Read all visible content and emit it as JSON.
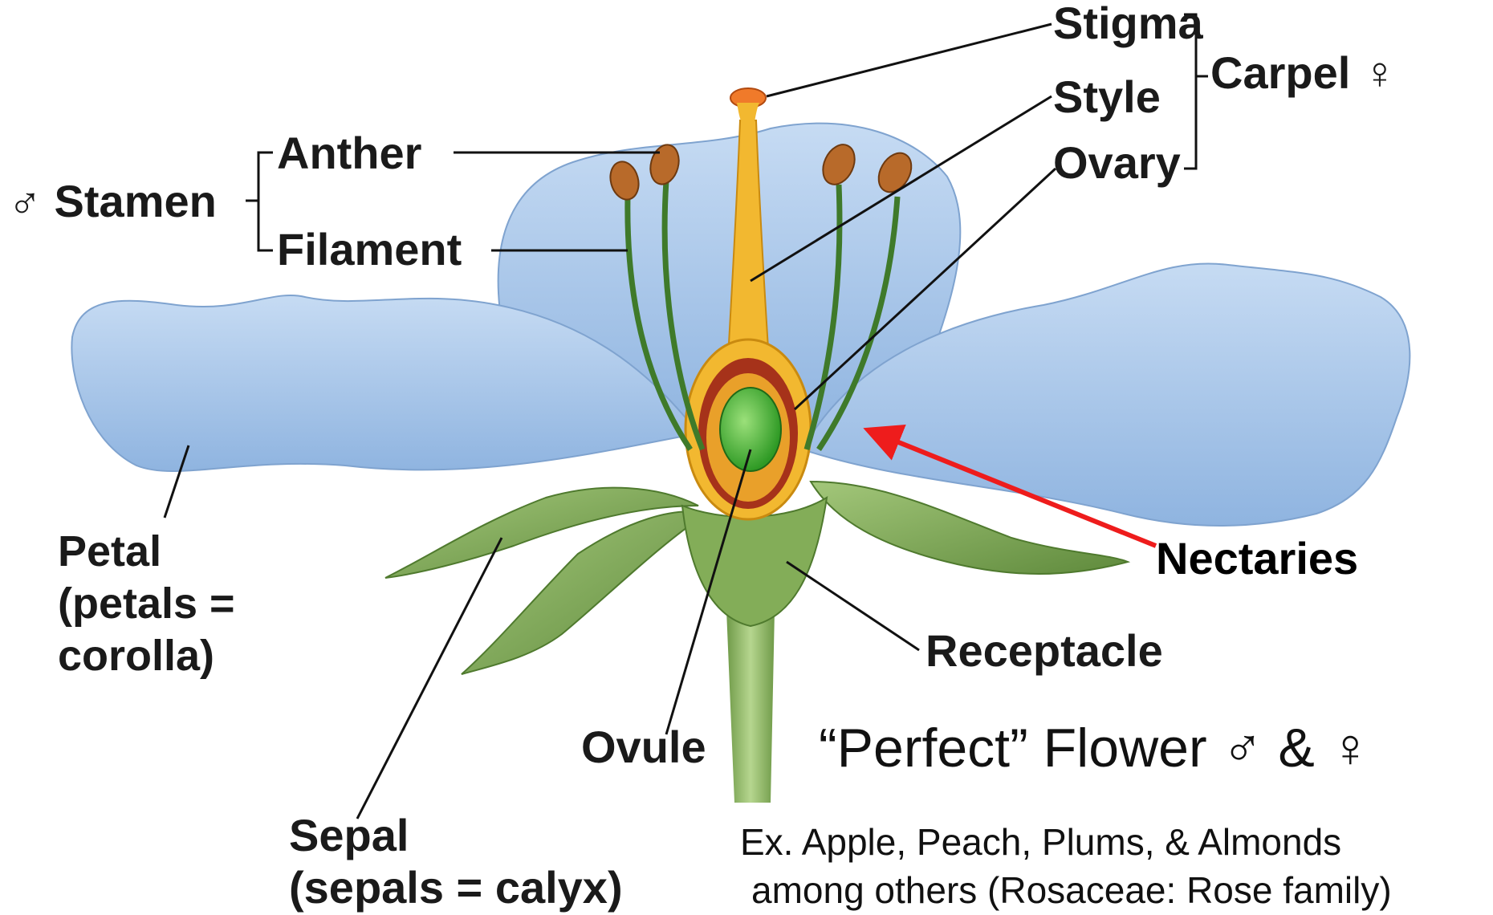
{
  "labels": {
    "stigma": "Stigma",
    "style": "Style",
    "ovary": "Ovary",
    "carpel": "Carpel ♀",
    "anther": "Anther",
    "filament": "Filament",
    "stamen": "♂ Stamen",
    "petal_line1": "Petal",
    "petal_line2": "(petals =",
    "petal_line3": "corolla)",
    "nectaries": "Nectaries",
    "receptacle": "Receptacle",
    "ovule": "Ovule",
    "sepal_line1": "Sepal",
    "sepal_line2": "(sepals = calyx)"
  },
  "caption": {
    "title": "“Perfect” Flower ♂ & ♀",
    "example_line1": "Ex. Apple, Peach, Plums, & Almonds",
    "example_line2": "among others (Rosaceae: Rose family)"
  },
  "colors": {
    "petal": "#a9c8ea",
    "sepal": "#7fa85a",
    "style": "#f2b830",
    "ovule": "#4cbc3a",
    "anther": "#b86a2a",
    "nectaries_arrow": "#ee1c1c"
  }
}
